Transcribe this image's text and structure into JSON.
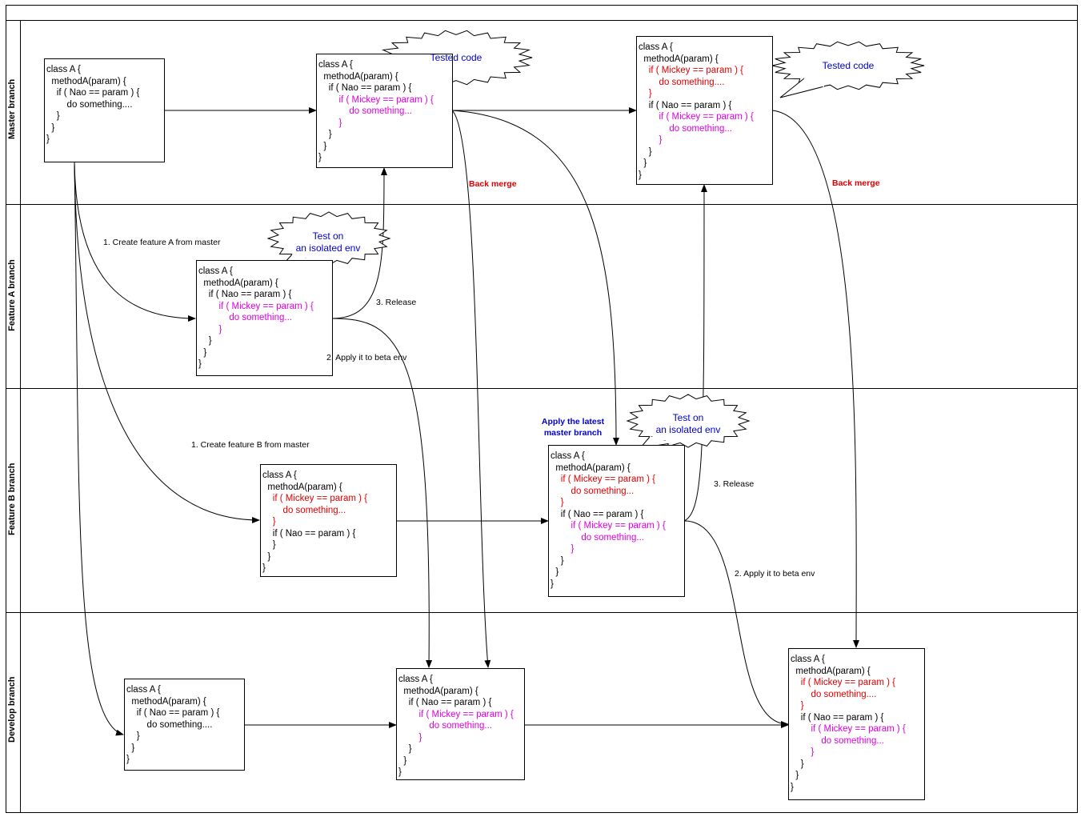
{
  "lanes": [
    {
      "label": "Master branch"
    },
    {
      "label": "Feature A branch"
    },
    {
      "label": "Feature B branch"
    },
    {
      "label": "Develop branch"
    }
  ],
  "code_boxes": {
    "master1": [
      {
        "t": "class A {",
        "c": "k"
      },
      {
        "t": "  methodA(param) {",
        "c": "k"
      },
      {
        "t": "    if ( Nao == param ) {",
        "c": "k"
      },
      {
        "t": "        do something....",
        "c": "k"
      },
      {
        "t": "    }",
        "c": "k"
      },
      {
        "t": "  }",
        "c": "k"
      },
      {
        "t": "}",
        "c": "k"
      }
    ],
    "master2": [
      {
        "t": "class A {",
        "c": "k"
      },
      {
        "t": "  methodA(param) {",
        "c": "k"
      },
      {
        "t": "    if ( Nao == param ) {",
        "c": "k"
      },
      {
        "t": "        if ( Mickey == param ) {",
        "c": "m"
      },
      {
        "t": "            do something...",
        "c": "m"
      },
      {
        "t": "        }",
        "c": "m"
      },
      {
        "t": "    }",
        "c": "k"
      },
      {
        "t": "  }",
        "c": "k"
      },
      {
        "t": "}",
        "c": "k"
      }
    ],
    "master3": [
      {
        "t": "class A {",
        "c": "k"
      },
      {
        "t": "  methodA(param) {",
        "c": "k"
      },
      {
        "t": "    if ( Mickey == param ) {",
        "c": "r"
      },
      {
        "t": "        do something....",
        "c": "r"
      },
      {
        "t": "    }",
        "c": "r"
      },
      {
        "t": "    if ( Nao == param ) {",
        "c": "k"
      },
      {
        "t": "        if ( Mickey == param ) {",
        "c": "m"
      },
      {
        "t": "            do something...",
        "c": "m"
      },
      {
        "t": "        }",
        "c": "m"
      },
      {
        "t": "    }",
        "c": "k"
      },
      {
        "t": "  }",
        "c": "k"
      },
      {
        "t": "}",
        "c": "k"
      }
    ],
    "featureA": [
      {
        "t": "class A {",
        "c": "k"
      },
      {
        "t": "  methodA(param) {",
        "c": "k"
      },
      {
        "t": "    if ( Nao == param ) {",
        "c": "k"
      },
      {
        "t": "        if ( Mickey == param ) {",
        "c": "m"
      },
      {
        "t": "            do something...",
        "c": "m"
      },
      {
        "t": "        }",
        "c": "m"
      },
      {
        "t": "    }",
        "c": "k"
      },
      {
        "t": "  }",
        "c": "k"
      },
      {
        "t": "}",
        "c": "k"
      }
    ],
    "featureB1": [
      {
        "t": "class A {",
        "c": "k"
      },
      {
        "t": "  methodA(param) {",
        "c": "k"
      },
      {
        "t": "    if ( Mickey == param ) {",
        "c": "r"
      },
      {
        "t": "        do something...",
        "c": "r"
      },
      {
        "t": "    }",
        "c": "r"
      },
      {
        "t": "    if ( Nao == param ) {",
        "c": "k"
      },
      {
        "t": "    }",
        "c": "k"
      },
      {
        "t": "  }",
        "c": "k"
      },
      {
        "t": "}",
        "c": "k"
      }
    ],
    "featureB2": [
      {
        "t": "class A {",
        "c": "k"
      },
      {
        "t": "  methodA(param) {",
        "c": "k"
      },
      {
        "t": "    if ( Mickey == param ) {",
        "c": "r"
      },
      {
        "t": "        do something...",
        "c": "r"
      },
      {
        "t": "    }",
        "c": "r"
      },
      {
        "t": "    if ( Nao == param ) {",
        "c": "k"
      },
      {
        "t": "        if ( Mickey == param ) {",
        "c": "m"
      },
      {
        "t": "            do something...",
        "c": "m"
      },
      {
        "t": "        }",
        "c": "m"
      },
      {
        "t": "    }",
        "c": "k"
      },
      {
        "t": "  }",
        "c": "k"
      },
      {
        "t": "}",
        "c": "k"
      }
    ],
    "develop1": [
      {
        "t": "class A {",
        "c": "k"
      },
      {
        "t": "  methodA(param) {",
        "c": "k"
      },
      {
        "t": "    if ( Nao == param ) {",
        "c": "k"
      },
      {
        "t": "        do something....",
        "c": "k"
      },
      {
        "t": "    }",
        "c": "k"
      },
      {
        "t": "  }",
        "c": "k"
      },
      {
        "t": "}",
        "c": "k"
      }
    ],
    "develop2": [
      {
        "t": "class A {",
        "c": "k"
      },
      {
        "t": "  methodA(param) {",
        "c": "k"
      },
      {
        "t": "    if ( Nao == param ) {",
        "c": "k"
      },
      {
        "t": "        if ( Mickey == param ) {",
        "c": "m"
      },
      {
        "t": "            do something...",
        "c": "m"
      },
      {
        "t": "        }",
        "c": "m"
      },
      {
        "t": "    }",
        "c": "k"
      },
      {
        "t": "  }",
        "c": "k"
      },
      {
        "t": "}",
        "c": "k"
      }
    ],
    "develop3": [
      {
        "t": "class A {",
        "c": "k"
      },
      {
        "t": "  methodA(param) {",
        "c": "k"
      },
      {
        "t": "    if ( Mickey == param ) {",
        "c": "r"
      },
      {
        "t": "        do something....",
        "c": "r"
      },
      {
        "t": "    }",
        "c": "r"
      },
      {
        "t": "    if ( Nao == param ) {",
        "c": "k"
      },
      {
        "t": "        if ( Mickey == param ) {",
        "c": "m"
      },
      {
        "t": "            do something...",
        "c": "m"
      },
      {
        "t": "        }",
        "c": "m"
      },
      {
        "t": "    }",
        "c": "k"
      },
      {
        "t": "  }",
        "c": "k"
      },
      {
        "t": "}",
        "c": "k"
      }
    ]
  },
  "bubbles": {
    "tested1": "Tested code",
    "tested2": "Tested code",
    "isolatedA": "Test on\nan isolated env",
    "isolatedB": "Test on\nan isolated env"
  },
  "labels": {
    "create_a": "1. Create feature A from master",
    "release_a": "3. Release",
    "beta_a": "2. Apply it to beta env",
    "create_b": "1. Create feature B from master",
    "release_b": "3. Release",
    "beta_b": "2. Apply it to beta env",
    "back_merge_1": "Back merge",
    "back_merge_2": "Back merge",
    "apply_latest": "Apply the latest\nmaster branch"
  },
  "colors": {
    "code_default": "#000000",
    "code_red": "#e00000",
    "code_magenta": "#e000e0",
    "bubble_text": "#0000cc",
    "back_merge": "#e00000"
  }
}
